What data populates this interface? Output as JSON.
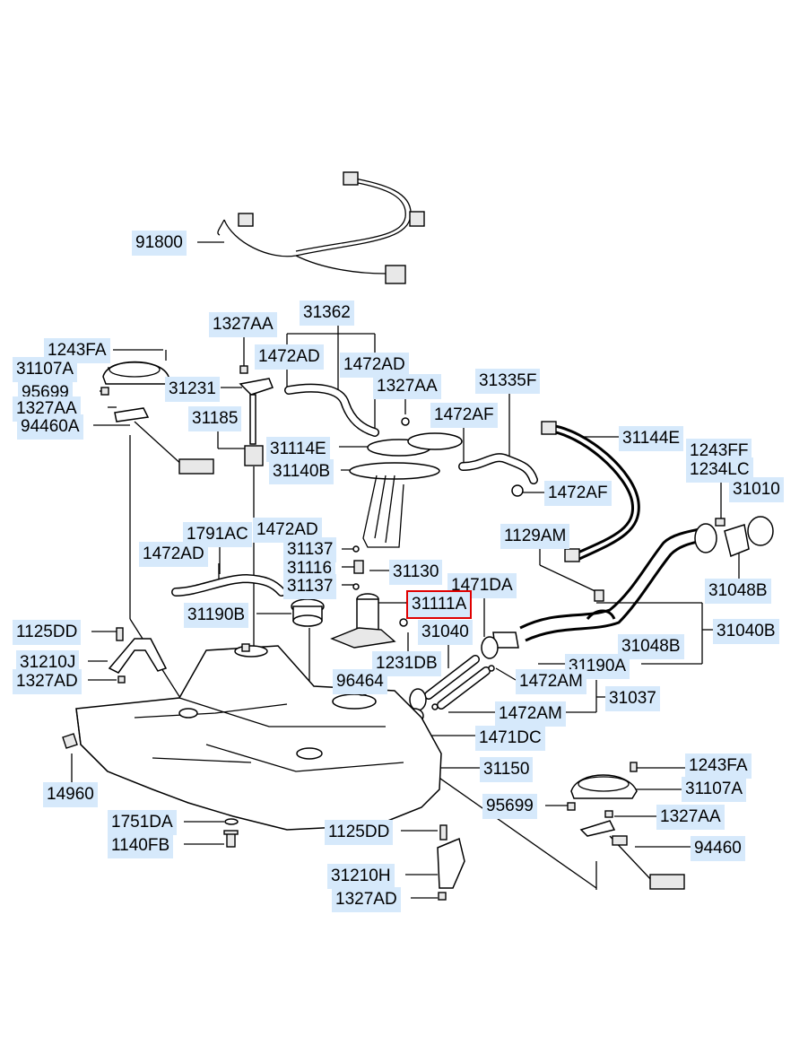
{
  "labels": {
    "l91800": "91800",
    "l31362": "31362",
    "l1327AA_a": "1327AA",
    "l1243FA_a": "1243FA",
    "l31107A_a": "31107A",
    "l95699_a": "95699",
    "l1327AA_b": "1327AA",
    "l94460A": "94460A",
    "l1472AD_a": "1472AD",
    "l1472AD_b": "1472AD",
    "l31231": "31231",
    "l1327AA_c": "1327AA",
    "l31335F": "31335F",
    "l1472AF_a": "1472AF",
    "l31185": "31185",
    "l31114E": "31114E",
    "l31140B": "31140B",
    "l1472AF_b": "1472AF",
    "l31144E": "31144E",
    "l1243FF": "1243FF",
    "l1234LC": "1234LC",
    "l31010": "31010",
    "l1791AC": "1791AC",
    "l1472AD_c": "1472AD",
    "l1472AD_d": "1472AD",
    "l31137_a": "31137",
    "l31116": "31116",
    "l31130": "31130",
    "l1129AM": "1129AM",
    "l31137_b": "31137",
    "l1471DA": "1471DA",
    "l31048B_a": "31048B",
    "l31190B": "31190B",
    "l31111A": "31111A",
    "l1125DD_a": "1125DD",
    "l31040": "31040",
    "l31040B": "31040B",
    "l31048B_b": "31048B",
    "l31210J": "31210J",
    "l1231DB": "1231DB",
    "l31190A": "31190A",
    "l1327AD_a": "1327AD",
    "l96464": "96464",
    "l1472AM_a": "1472AM",
    "l31037": "31037",
    "l1472AM_b": "1472AM",
    "l1471DC": "1471DC",
    "l14960": "14960",
    "l31150": "31150",
    "l1243FA_b": "1243FA",
    "l95699_b": "95699",
    "l31107A_b": "31107A",
    "l1751DA": "1751DA",
    "l1327AA_d": "1327AA",
    "l1125DD_b": "1125DD",
    "l1140FB": "1140FB",
    "l94460": "94460",
    "l31210H": "31210H",
    "l1327AD_b": "1327AD"
  },
  "colors": {
    "label_bg": "#d6e9fb",
    "highlight": "#e00000"
  },
  "highlighted": "31111A"
}
